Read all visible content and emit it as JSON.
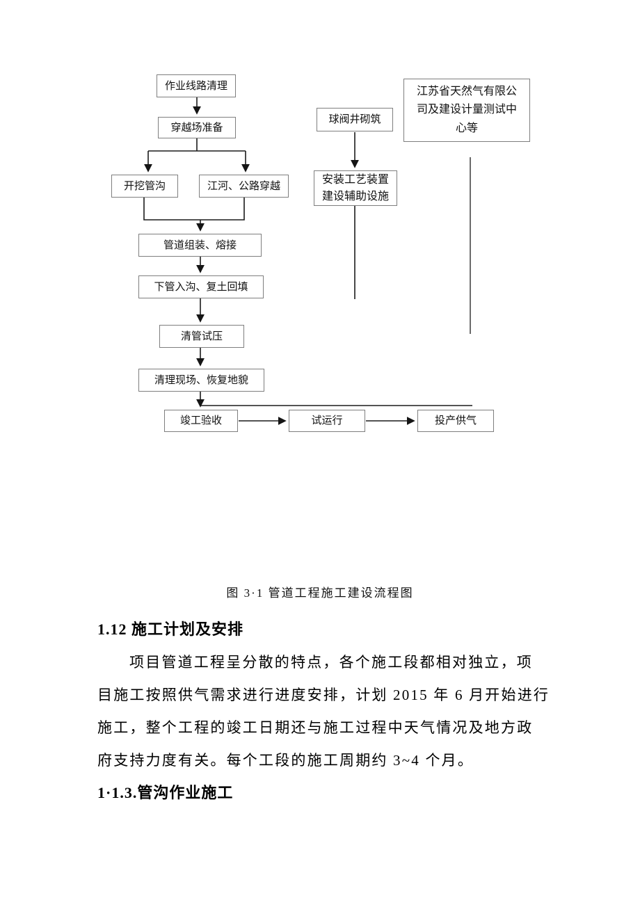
{
  "flowchart": {
    "boxes": {
      "line_clearing": "作业线路清理",
      "crossing_prep": "穿越场准备",
      "trench_digging": "开挖管沟",
      "river_road_crossing": "江河、公路穿越",
      "pipe_assembly": "管道组装、熔接",
      "pipe_lowering": "下管入沟、复土回填",
      "pigging_test": "清管试压",
      "site_cleanup": "清理现场、恢复地貌",
      "completion_acceptance": "竣工验收",
      "trial_run": "试运行",
      "gas_supply": "投产供气",
      "valve_well": "球阀井砌筑",
      "company": "江苏省天然气有限公司及建设计量测试中心等",
      "install_equipment": "安装工艺装置建设辅助设施"
    }
  },
  "caption": "图 3·1 管道工程施工建设流程图",
  "body": {
    "heading1": "1.12 施工计划及安排",
    "paragraph_lines": [
      "项目管道工程呈分散的特点，各个施工段都相对独立，项",
      "目施工按照供气需求进行进度安排，计划 2015 年 6 月开始进行",
      "施工，整个工程的竣工日期还与施工过程中天气情况及地方政",
      "府支持力度有关。每个工段的施工周期约 3~4 个月。"
    ],
    "heading2": "1·1.3.管沟作业施工"
  }
}
